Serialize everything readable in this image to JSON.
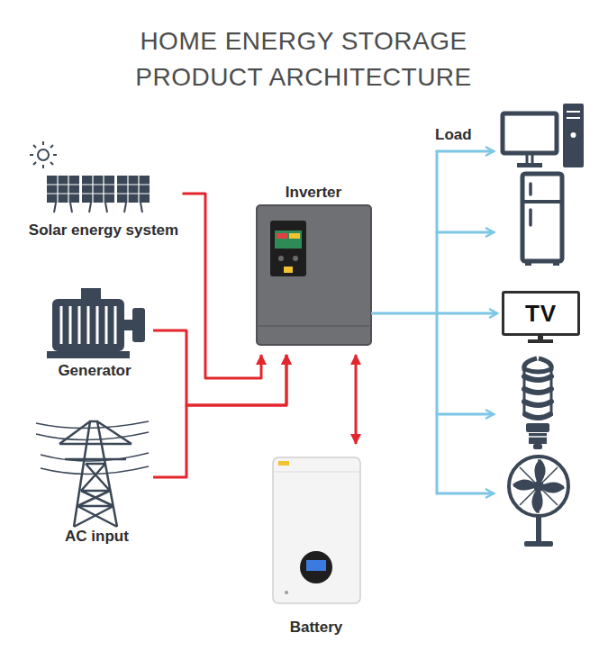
{
  "diagram": {
    "title": "HOME ENERGY STORAGE PRODUCT ARCHITECTURE",
    "nodes": [
      {
        "text": [
          "Solar energy system"
        ]
      },
      {
        "text": [
          "Generator"
        ]
      },
      {
        "text": [
          "AC input"
        ]
      },
      {
        "text": [
          "Inverter"
        ]
      },
      {
        "text": [
          "Battery"
        ]
      },
      {
        "text": [
          "Load"
        ]
      },
      {
        "text": [
          "TV"
        ],
        "in": 5
      }
    ],
    "edges": [
      {
        "from": 0,
        "to": 3,
        "arrow": "to"
      },
      {
        "from": 1,
        "to": 3,
        "arrow": "to"
      },
      {
        "from": 2,
        "to": 3,
        "arrow": "to"
      },
      {
        "from": 3,
        "to": 4,
        "arrow": "both"
      },
      {
        "from": 3,
        "to": 6,
        "arrow": "to"
      }
    ]
  }
}
